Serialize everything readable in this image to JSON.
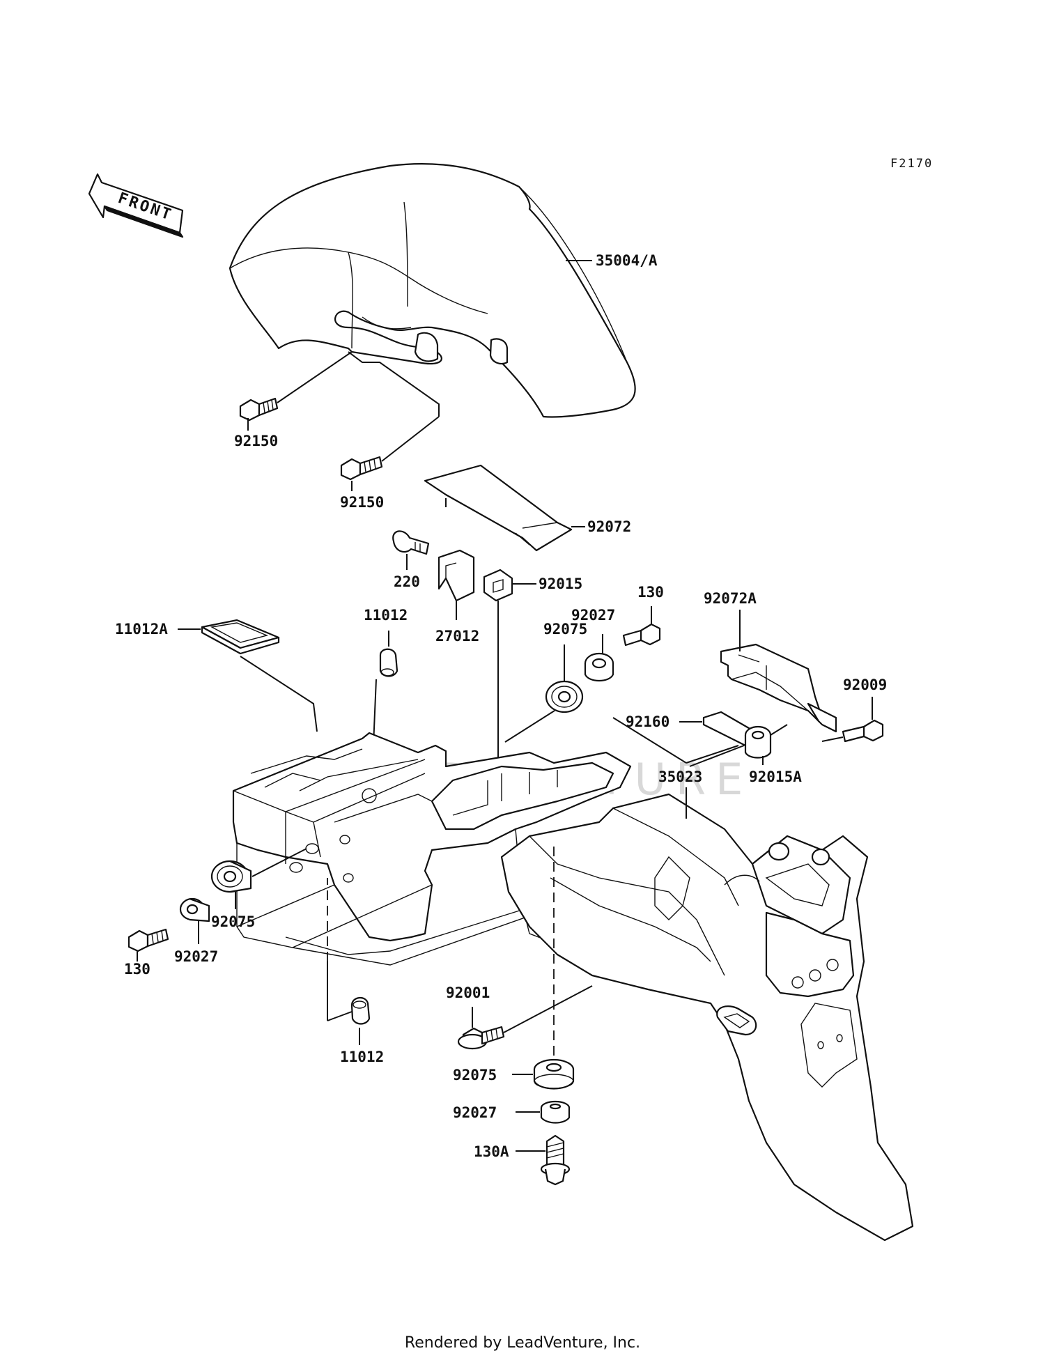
{
  "figure_code": "F2170",
  "direction_label": "FRONT",
  "watermark": "LEADVENTURE",
  "footer": "Rendered by LeadVenture, Inc.",
  "callouts": [
    {
      "id": "35004A",
      "label": "35004/A"
    },
    {
      "id": "92150a",
      "label": "92150"
    },
    {
      "id": "92150b",
      "label": "92150"
    },
    {
      "id": "92072",
      "label": "92072"
    },
    {
      "id": "220",
      "label": "220"
    },
    {
      "id": "27012",
      "label": "27012"
    },
    {
      "id": "92015",
      "label": "92015"
    },
    {
      "id": "130a",
      "label": "130"
    },
    {
      "id": "92072A",
      "label": "92072A"
    },
    {
      "id": "92009",
      "label": "92009"
    },
    {
      "id": "11012A",
      "label": "11012A"
    },
    {
      "id": "11012a",
      "label": "11012"
    },
    {
      "id": "92075a",
      "label": "92075"
    },
    {
      "id": "92027a",
      "label": "92027"
    },
    {
      "id": "92160",
      "label": "92160"
    },
    {
      "id": "35023",
      "label": "35023"
    },
    {
      "id": "92015A",
      "label": "92015A"
    },
    {
      "id": "92075b",
      "label": "92075"
    },
    {
      "id": "92027b",
      "label": "92027"
    },
    {
      "id": "130b",
      "label": "130"
    },
    {
      "id": "11012b",
      "label": "11012"
    },
    {
      "id": "92001",
      "label": "92001"
    },
    {
      "id": "92075c",
      "label": "92075"
    },
    {
      "id": "92027c",
      "label": "92027"
    },
    {
      "id": "130A",
      "label": "130A"
    }
  ]
}
